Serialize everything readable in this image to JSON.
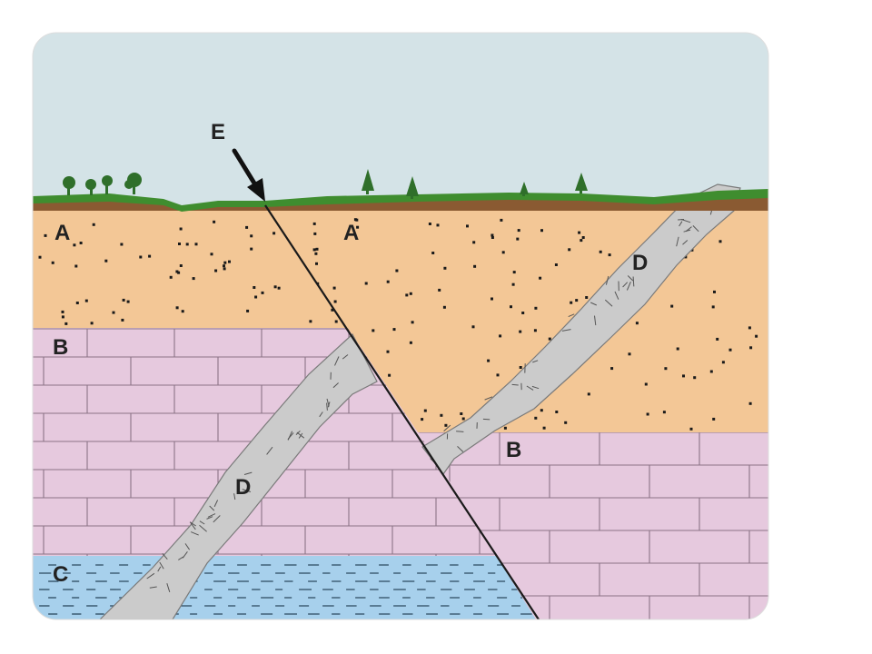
{
  "labels": {
    "a_left": "A",
    "a_right": "A",
    "b_left": "B",
    "b_right": "B",
    "c_left": "C",
    "d_lower": "D",
    "d_upper": "D",
    "e_fault": "E"
  },
  "colors": {
    "sky": "#d4e3e7",
    "grass": "#3f8d2f",
    "soil": "#8a5a32",
    "sandstone": "#f3c796",
    "limestone": "#e6c9de",
    "brick_line": "#8c7486",
    "shale": "#a7d0ec",
    "intrusion": "#cbcbcb",
    "fault": "#1a1a1a",
    "tree": "#2f6f2a"
  }
}
